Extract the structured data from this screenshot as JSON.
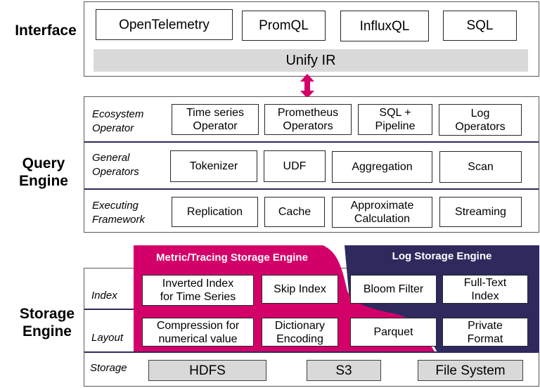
{
  "sections": {
    "interface": "Interface",
    "query_engine": [
      "Query",
      "Engine"
    ],
    "storage_engine": [
      "Storage",
      "Engine"
    ]
  },
  "interface": {
    "protocols": [
      "OpenTelemetry",
      "PromQL",
      "InfluxQL",
      "SQL"
    ],
    "unify": "Unify IR"
  },
  "query": {
    "rows": [
      {
        "label": [
          "Ecosystem",
          "Operator"
        ],
        "items": [
          [
            "Time series",
            "Operator"
          ],
          [
            "Prometheus",
            "Operators"
          ],
          [
            "SQL +",
            "Pipeline"
          ],
          [
            "Log",
            "Operators"
          ]
        ]
      },
      {
        "label": [
          "General",
          "Operators"
        ],
        "items": [
          [
            "Tokenizer"
          ],
          [
            "UDF"
          ],
          [
            "Aggregation"
          ],
          [
            "Scan"
          ]
        ]
      },
      {
        "label": [
          "Executing",
          "Framework"
        ],
        "items": [
          [
            "Replication"
          ],
          [
            "Cache"
          ],
          [
            "Approximate",
            "Calculation"
          ],
          [
            "Streaming"
          ]
        ]
      }
    ]
  },
  "storage": {
    "metric_engine": "Metric/Tracing Storage Engine",
    "log_engine": "Log Storage Engine",
    "rows": [
      {
        "label": "Index",
        "items": [
          [
            "Inverted Index",
            "for Time Series"
          ],
          [
            "Skip Index"
          ],
          [
            "Bloom Filter"
          ],
          [
            "Full-Text",
            "Index"
          ]
        ]
      },
      {
        "label": "Layout",
        "items": [
          [
            "Compression for",
            "numerical value"
          ],
          [
            "Dictionary",
            "Encoding"
          ],
          [
            "Parquet"
          ],
          [
            "Private",
            "Format"
          ]
        ]
      },
      {
        "label": "Storage",
        "items": [
          [
            "HDFS"
          ],
          [
            "S3"
          ],
          [
            "File System"
          ]
        ]
      }
    ]
  },
  "colors": {
    "metric_engine": "#d4006a",
    "log_engine": "#2e2a5e",
    "arrow": "#d4006a",
    "grey_fill": "#d9d9d9"
  }
}
